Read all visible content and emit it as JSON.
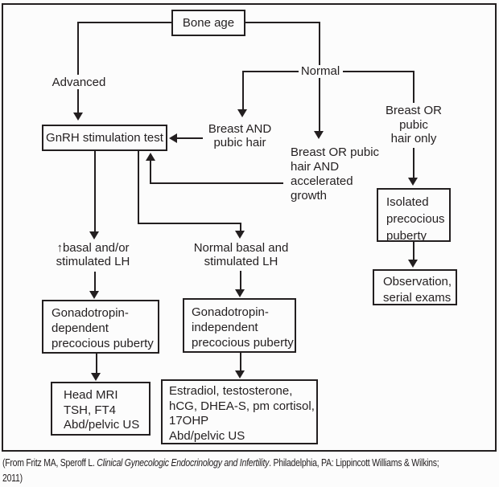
{
  "colors": {
    "ink": "#231f20",
    "background": "#fcfcfc"
  },
  "diagram": {
    "title_node": "Bone age",
    "branch_labels": {
      "advanced": "Advanced",
      "normal": "Normal"
    },
    "gnrh_node": "GnRH stimulation test",
    "breast_and": {
      "l0": "Breast AND",
      "l1": "pubic hair"
    },
    "breast_or_growth": {
      "l0": "Breast OR pubic",
      "l1": "hair AND",
      "l2": "accelerated",
      "l3": "growth"
    },
    "breast_or_only": {
      "l0": "Breast OR",
      "l1": "pubic",
      "l2": "hair only"
    },
    "isolated": {
      "l0": "Isolated",
      "l1": "precocious",
      "l2": "puberty"
    },
    "observation": {
      "l0": "Observation,",
      "l1": "serial exams"
    },
    "basal_elevated": {
      "l0": "↑basal and/or",
      "l1": "stimulated LH"
    },
    "basal_normal": {
      "l0": "Normal basal and",
      "l1": "stimulated LH"
    },
    "gonadotropin_dependent": {
      "l0": "Gonadotropin-",
      "l1": "dependent",
      "l2": "precocious puberty"
    },
    "gonadotropin_independent": {
      "l0": "Gonadotropin-",
      "l1": "independent",
      "l2": "precocious puberty"
    },
    "head_mri": {
      "l0": "Head MRI",
      "l1": "TSH, FT4",
      "l2": "Abd/pelvic US"
    },
    "estradiol_panel": {
      "l0": "Estradiol, testosterone,",
      "l1": "hCG, DHEA-S, pm cortisol,",
      "l2": "17OHP",
      "l3": "Abd/pelvic US"
    }
  },
  "caption": {
    "prefix": "(From Fritz MA, Speroff L. ",
    "italic_title": "Clinical Gynecologic Endocrinology and Infertility",
    "suffix": ". Philadelphia, PA: Lippincott Williams & Wilkins;",
    "line2": "2011)"
  }
}
